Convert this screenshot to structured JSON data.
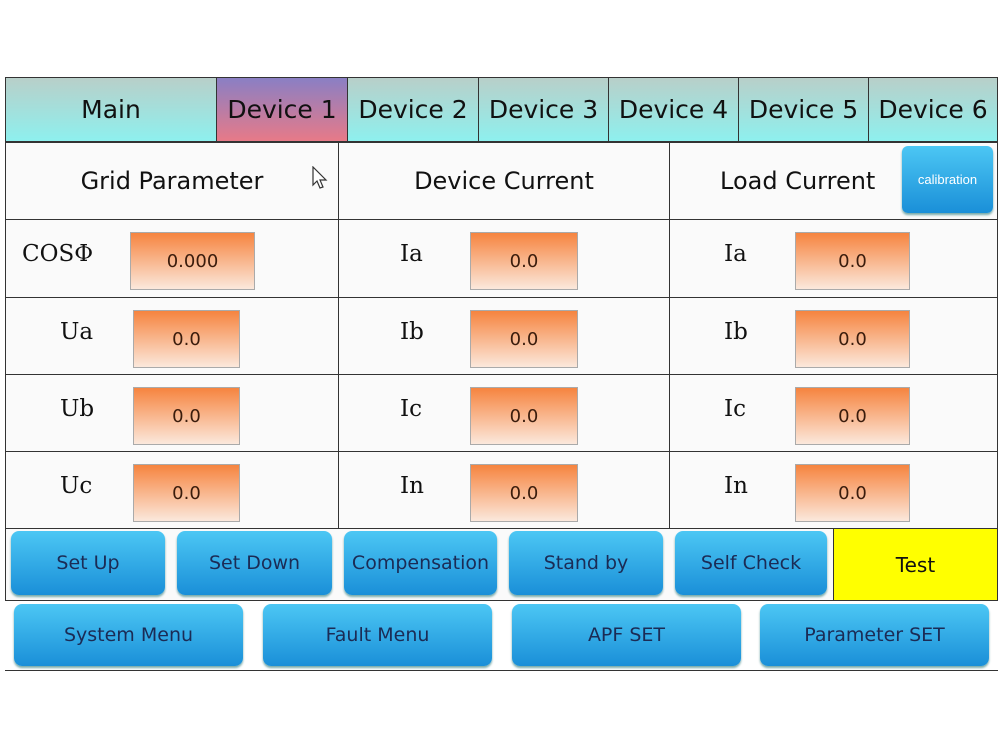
{
  "tabs": [
    "Main",
    "Device 1",
    "Device 2",
    "Device 3",
    "Device 4",
    "Device 5",
    "Device 6"
  ],
  "active_tab": "Device 1",
  "sections": {
    "grid": "Grid Parameter",
    "device": "Device Current",
    "load": "Load Current"
  },
  "calibration": "calibration",
  "grid": [
    {
      "label": "COSΦ",
      "value": "0.000"
    },
    {
      "label": "Ua",
      "value": "0.0"
    },
    {
      "label": "Ub",
      "value": "0.0"
    },
    {
      "label": "Uc",
      "value": "0.0"
    }
  ],
  "device": [
    {
      "label": "Ia",
      "value": "0.0"
    },
    {
      "label": "Ib",
      "value": "0.0"
    },
    {
      "label": "Ic",
      "value": "0.0"
    },
    {
      "label": "In",
      "value": "0.0"
    }
  ],
  "load": [
    {
      "label": "Ia",
      "value": "0.0"
    },
    {
      "label": "Ib",
      "value": "0.0"
    },
    {
      "label": "Ic",
      "value": "0.0"
    },
    {
      "label": "In",
      "value": "0.0"
    }
  ],
  "actions": [
    "Set Up",
    "Set Down",
    "Compensation",
    "Stand by",
    "Self Check",
    "Test"
  ],
  "menus": [
    "System Menu",
    "Fault Menu",
    "APF SET",
    "Parameter SET"
  ]
}
